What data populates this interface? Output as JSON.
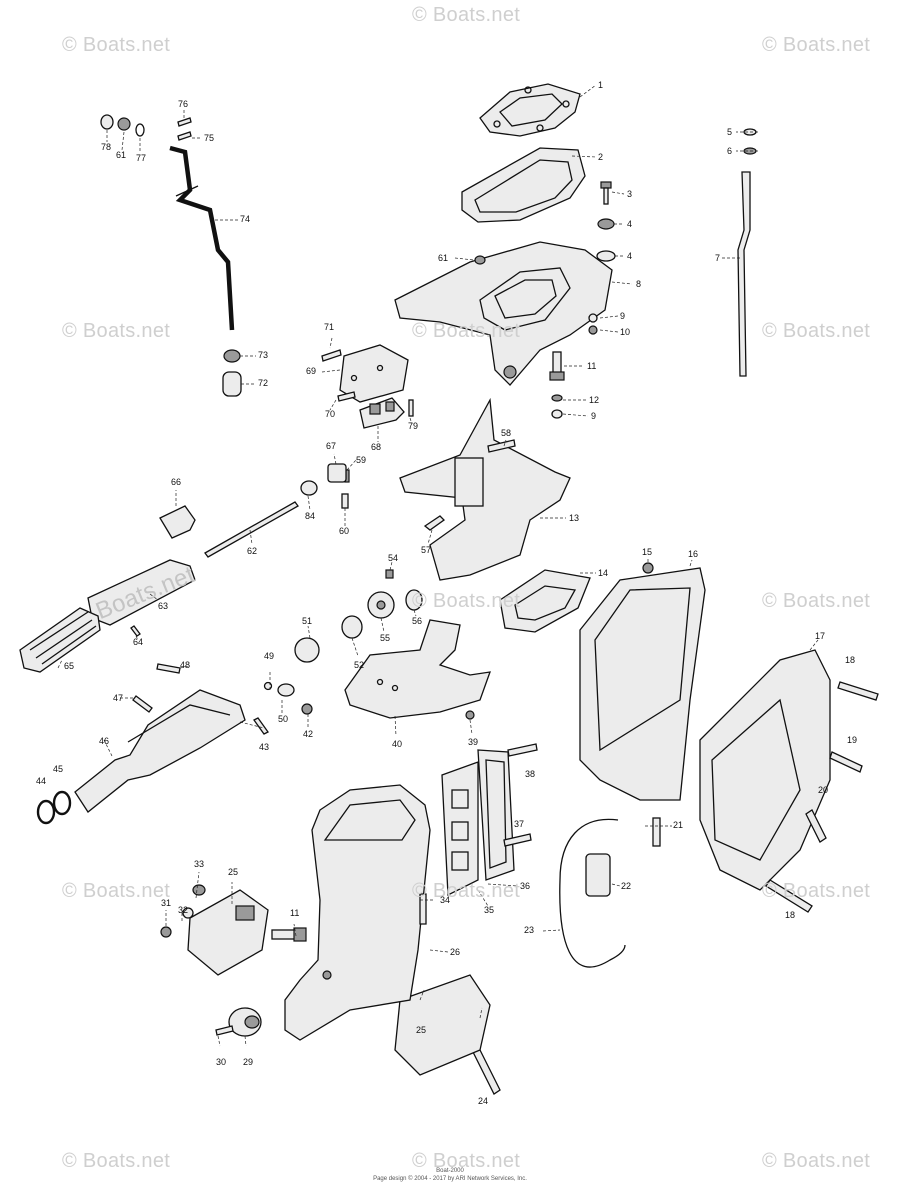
{
  "watermark_text": "© Boats.net",
  "watermark_big_text": "Boats.net",
  "callouts": {
    "c1": "1",
    "c2": "2",
    "c3": "3",
    "c4a": "4",
    "c4b": "4",
    "c5": "5",
    "c6": "6",
    "c7": "7",
    "c8": "8",
    "c9a": "9",
    "c9b": "9",
    "c10": "10",
    "c11a": "11",
    "c11b": "11",
    "c12": "12",
    "c13": "13",
    "c14": "14",
    "c15": "15",
    "c16": "16",
    "c17": "17",
    "c18a": "18",
    "c18b": "18",
    "c19": "19",
    "c20": "20",
    "c21": "21",
    "c22": "22",
    "c23": "23",
    "c24": "24",
    "c25a": "25",
    "c25b": "25",
    "c26": "26",
    "c29": "29",
    "c30": "30",
    "c31": "31",
    "c32": "32",
    "c33": "33",
    "c34": "34",
    "c35": "35",
    "c36": "36",
    "c37": "37",
    "c38": "38",
    "c39": "39",
    "c40": "40",
    "c42": "42",
    "c43": "43",
    "c44": "44",
    "c45": "45",
    "c46": "46",
    "c47": "47",
    "c48": "48",
    "c49": "49",
    "c50": "50",
    "c51": "51",
    "c52": "52",
    "c54": "54",
    "c55": "55",
    "c56": "56",
    "c57": "57",
    "c58": "58",
    "c59": "59",
    "c60": "60",
    "c61a": "61",
    "c61b": "61",
    "c62": "62",
    "c63": "63",
    "c64": "64",
    "c65": "65",
    "c66": "66",
    "c67": "67",
    "c68": "68",
    "c69": "69",
    "c70": "70",
    "c71": "71",
    "c72": "72",
    "c73": "73",
    "c74": "74",
    "c75": "75",
    "c76": "76",
    "c77": "77",
    "c78": "78",
    "c79": "79",
    "c84": "84"
  },
  "footer": {
    "line1": "Boat-2000",
    "line2": "Page design © 2004 - 2017 by ARI Network Services, Inc."
  }
}
